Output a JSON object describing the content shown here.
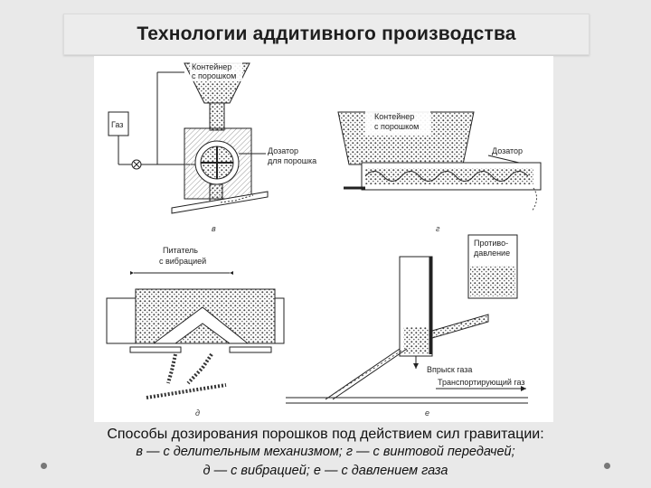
{
  "slide": {
    "title": "Технологии аддитивного производства",
    "caption": {
      "line1": "Способы дозирования порошков под действием сил гравитации:",
      "line2": "в — с делительным механизмом; г — с винтовой передачей;",
      "line3": "д — с вибрацией; е — с давлением газа"
    }
  },
  "figure": {
    "panel_v": {
      "container_label_1": "Контейнер",
      "container_label_2": "с порошком",
      "gas_label": "Газ",
      "dispenser_label_1": "Дозатор",
      "dispenser_label_2": "для порошка",
      "letter": "в"
    },
    "panel_g": {
      "container_label_1": "Контейнер",
      "container_label_2": "с порошком",
      "dispenser_label": "Дозатор",
      "letter": "г"
    },
    "panel_d": {
      "feeder_label_1": "Питатель",
      "feeder_label_2": "с вибрацией",
      "letter": "д"
    },
    "panel_e": {
      "counterpressure_label_1": "Противо-",
      "counterpressure_label_2": "давление",
      "injection_label": "Впрыск газа",
      "transport_label": "Транспортирующий газ",
      "letter": "е"
    }
  }
}
